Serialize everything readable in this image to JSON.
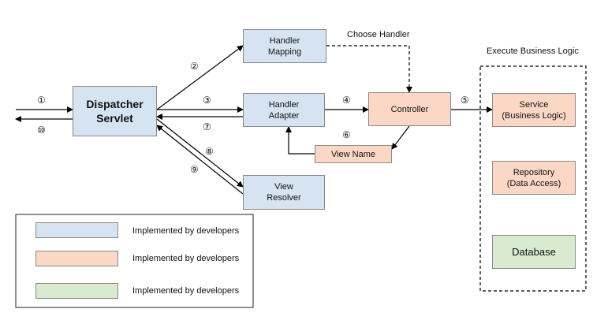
{
  "colors": {
    "developer_blue": "#d6e4f2",
    "developer_peach": "#fbd8c6",
    "developer_green": "#d8ead0",
    "line": "#000000"
  },
  "nodes": {
    "dispatcher": "Dispatcher\nServlet",
    "handler_mapping": "Handler\nMapping",
    "handler_adapter": "Handler\nAdapter",
    "view_resolver": "View\nResolver",
    "controller": "Controller",
    "view_name": "View Name",
    "service": "Service\n(Business Logic)",
    "repository": "Repository\n(Data Access)",
    "database": "Database"
  },
  "labels": {
    "choose_handler": "Choose Handler",
    "execute_business_logic": "Execute Business Logic"
  },
  "steps": {
    "s1": "①",
    "s2": "②",
    "s3": "③",
    "s4": "④",
    "s5": "⑤",
    "s6": "⑥",
    "s7": "⑦",
    "s8": "⑧",
    "s9": "⑨",
    "s10": "⑩"
  },
  "legend": [
    {
      "label": "Implemented by developers"
    },
    {
      "label": "Implemented by developers"
    },
    {
      "label": "Implemented by developers"
    }
  ]
}
